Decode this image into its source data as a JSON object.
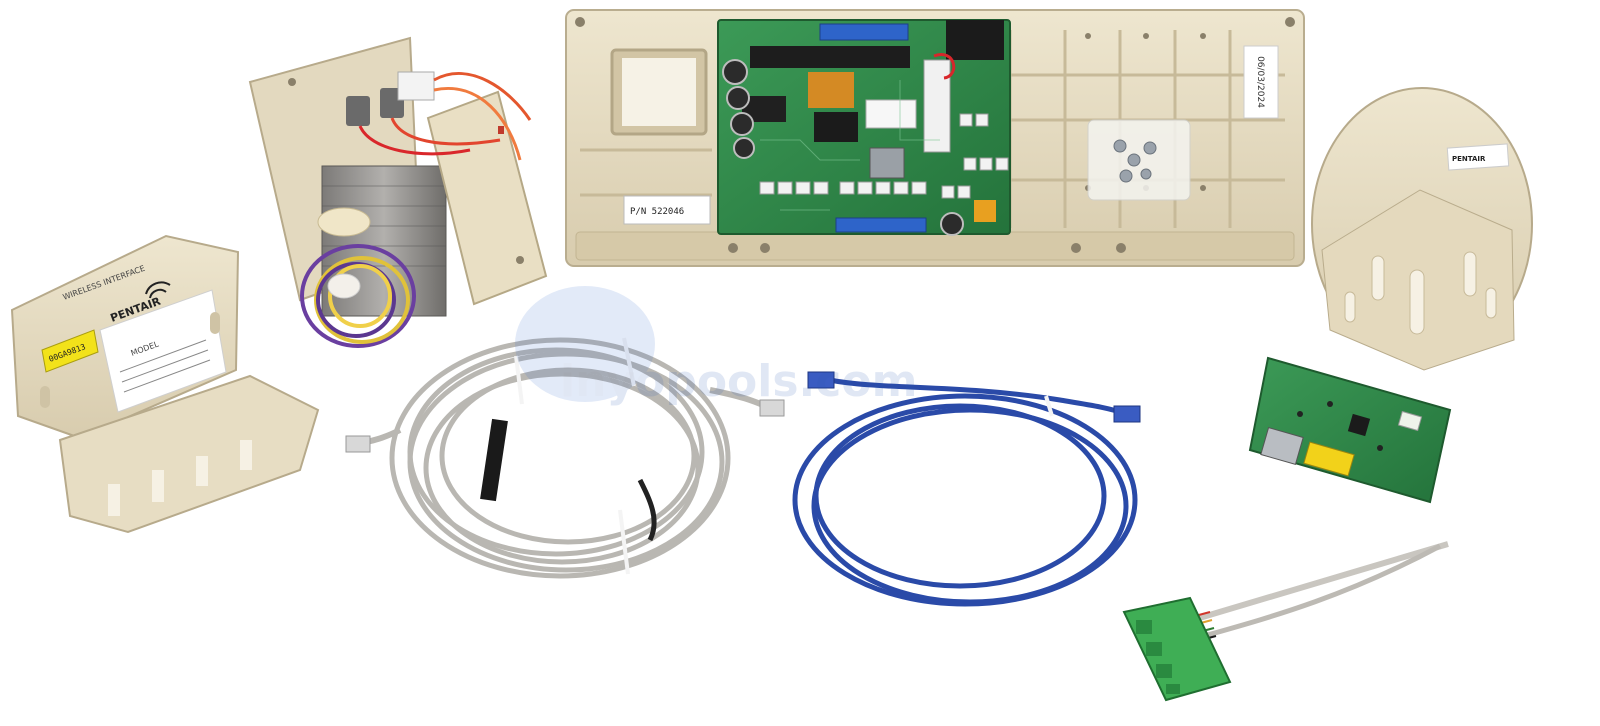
{
  "watermark": {
    "text": "inyopools.com"
  },
  "labels": {
    "brand": "PENTAIR",
    "date_sticker": "06/03/2024",
    "wireless_caption": "WIRELESS INTERFACE",
    "antenna_model": "MODEL",
    "barcode_text": "00GA9813",
    "pn_label": "P/N 522046"
  },
  "colors": {
    "plastic": "#e6dcc2",
    "plastic_dark": "#cfc3a5",
    "pcb": "#2f8a4a",
    "gray_cable": "#b9b7b2",
    "blue_cable": "#2a4aa8",
    "terminal_green": "#3fae55"
  }
}
